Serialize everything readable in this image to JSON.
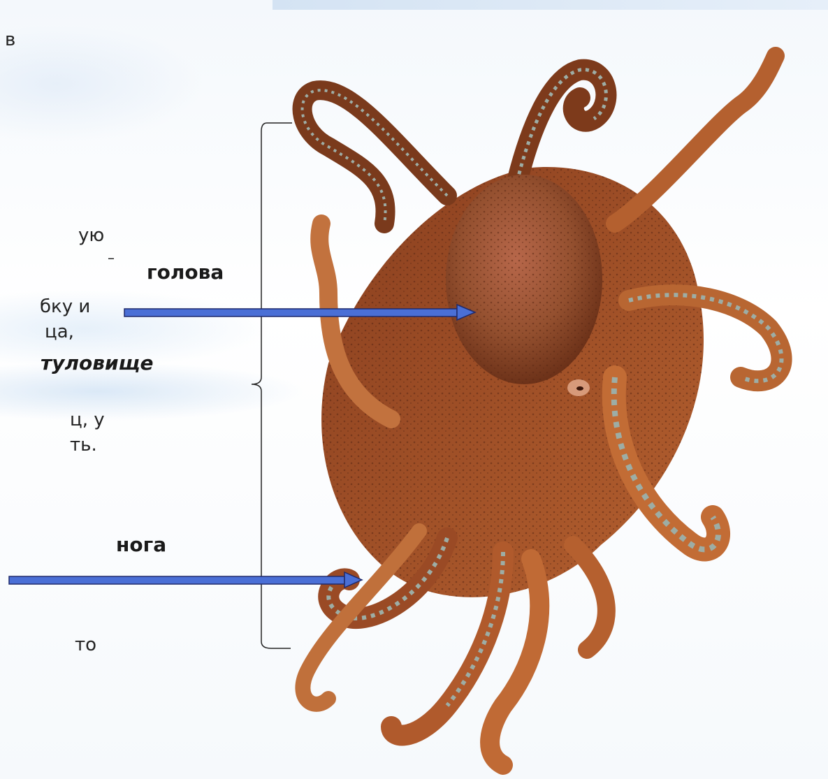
{
  "text_fragments": [
    {
      "id": "frag1",
      "text": "в"
    },
    {
      "id": "frag2",
      "text": "ую"
    },
    {
      "id": "frag3",
      "text": "–"
    },
    {
      "id": "frag4",
      "text": "бку и"
    },
    {
      "id": "frag5",
      "text": "ца,"
    },
    {
      "id": "frag6",
      "text": "ц, у"
    },
    {
      "id": "frag7",
      "text": "ть."
    },
    {
      "id": "frag8",
      "text": "то"
    }
  ],
  "labels": {
    "head": "голова",
    "body": "туловище",
    "foot": "нога"
  },
  "colors": {
    "arrow_fill": "#4a6fd6",
    "arrow_stroke": "#1f2a6b",
    "octopus_main": "#a85230",
    "octopus_dark": "#6d2f17",
    "octopus_light": "#d9895a",
    "sucker": "#8fa6a0"
  }
}
